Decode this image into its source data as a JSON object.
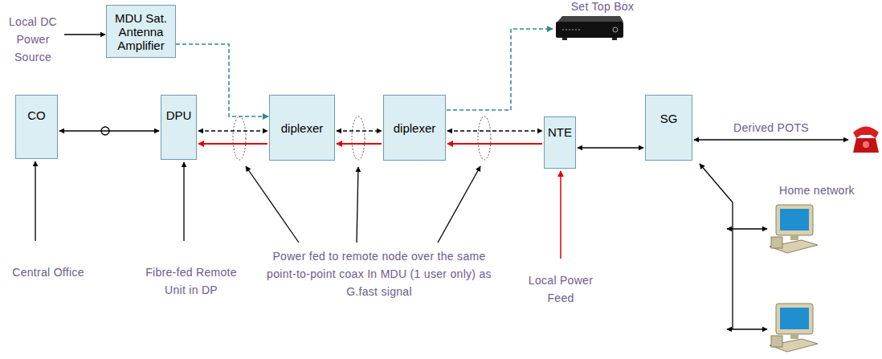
{
  "diagram": {
    "nodes": [
      {
        "text": [
          "MDU Sat. Antenna Amplifier"
        ]
      },
      {
        "text": [
          "CO"
        ]
      },
      {
        "text": [
          "DPU"
        ]
      },
      {
        "text": [
          "diplexer"
        ]
      },
      {
        "text": [
          "diplexer"
        ]
      },
      {
        "text": [
          "NTE"
        ]
      },
      {
        "text": [
          "SG"
        ]
      }
    ],
    "edges": [
      {
        "from": 1,
        "to": 2,
        "arrow": "both"
      },
      {
        "from": 2,
        "to": 3,
        "arrow": "both"
      },
      {
        "from": 3,
        "to": 2,
        "arrow": "to"
      },
      {
        "from": 3,
        "to": 4,
        "arrow": "both"
      },
      {
        "from": 4,
        "to": 3,
        "arrow": "to"
      },
      {
        "from": 4,
        "to": 5,
        "arrow": "both"
      },
      {
        "from": 5,
        "to": 4,
        "arrow": "to"
      },
      {
        "from": 5,
        "to": 6,
        "arrow": "both"
      },
      {
        "from": 0,
        "to": 3,
        "arrow": "to"
      }
    ],
    "labels": [
      "Local DC Power Source",
      "Set Top Box",
      "Derived POTS",
      "Central Office",
      "Fibre-fed Remote Unit in DP",
      "Power fed to remote node over the same point-to-point coax In MDU (1 user only) as G.fast signal",
      "Local Power Feed",
      "Home network"
    ]
  }
}
